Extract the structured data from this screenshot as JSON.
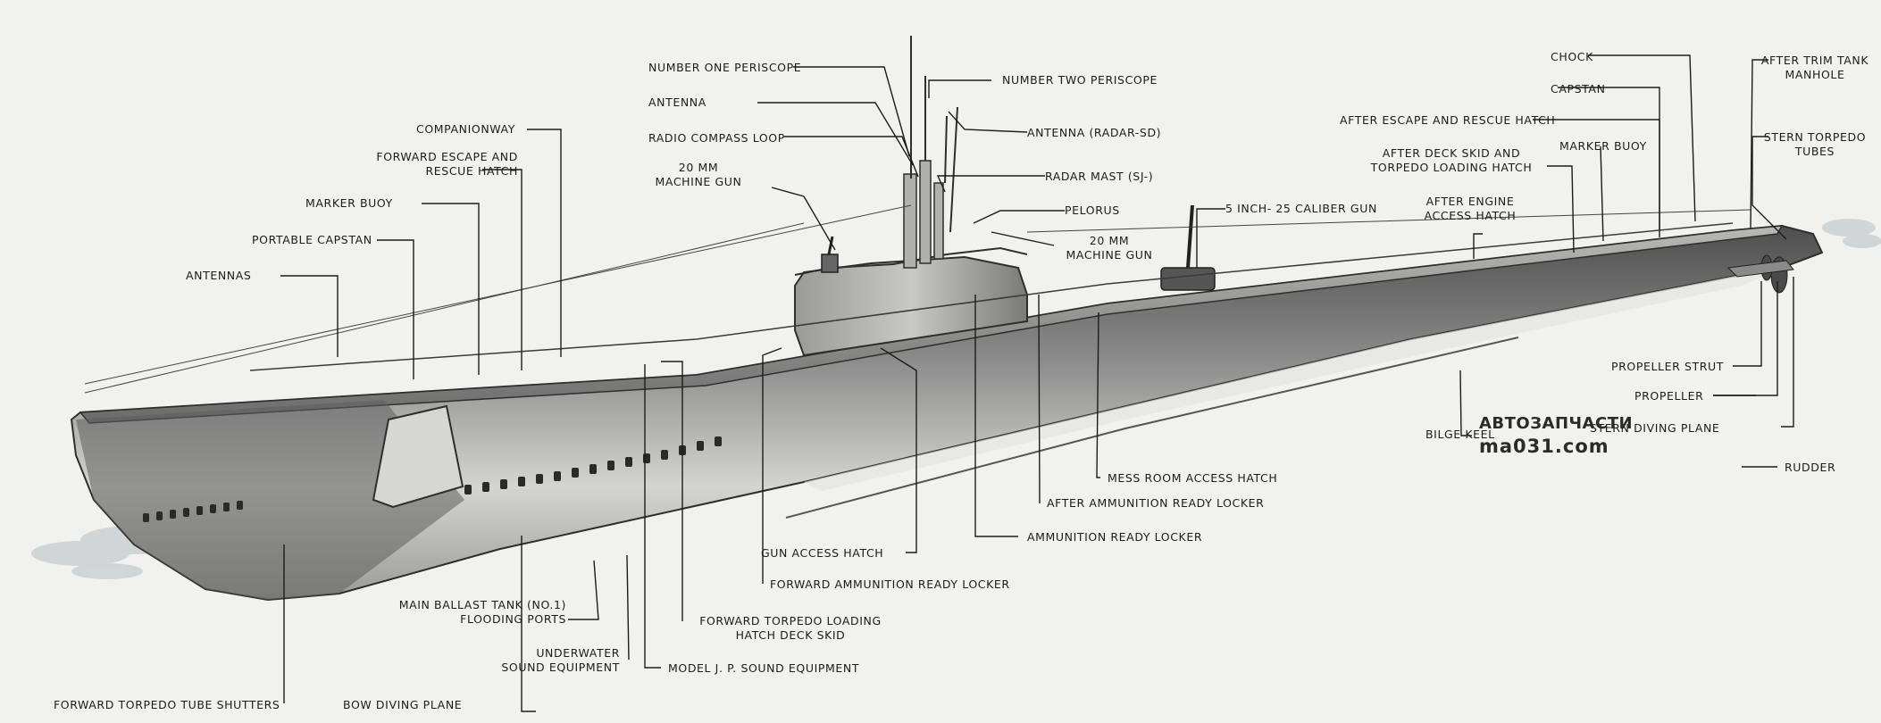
{
  "labels": {
    "number_one_periscope": "NUMBER ONE PERISCOPE",
    "number_two_periscope": "NUMBER TWO PERISCOPE",
    "antenna": "ANTENNA",
    "antenna_radar_sd": "ANTENNA (RADAR-SD)",
    "radio_compass_loop": "RADIO COMPASS LOOP",
    "radar_mast": "RADAR MAST (SJ-)",
    "mm20_gun_forward": "20 MM\nMACHINE GUN",
    "mm20_gun_after": "20 MM\nMACHINE GUN",
    "pelorus": "PELORUS",
    "companionway": "COMPANIONWAY",
    "forward_escape_hatch": "FORWARD ESCAPE AND\nRESCUE HATCH",
    "marker_buoy_forward": "MARKER BUOY",
    "portable_capstan": "PORTABLE CAPSTAN",
    "antennas": "ANTENNAS",
    "five_inch_gun": "5 INCH- 25 CALIBER GUN",
    "after_engine_hatch": "AFTER ENGINE\nACCESS HATCH",
    "after_deck_skid": "AFTER DECK SKID AND\nTORPEDO LOADING HATCH",
    "after_escape_hatch": "AFTER ESCAPE AND RESCUE HATCH",
    "capstan": "CAPSTAN",
    "chock": "CHOCK",
    "marker_buoy_after": "MARKER BUOY",
    "after_trim_tank": "AFTER TRIM TANK\nMANHOLE",
    "stern_torpedo_tubes": "STERN TORPEDO\nTUBES",
    "propeller_strut": "PROPELLER STRUT",
    "propeller": "PROPELLER",
    "stern_diving_plane": "STERN DIVING PLANE",
    "rudder": "RUDDER",
    "bilge_keel": "BILGE KEEL",
    "mess_room_hatch": "MESS ROOM ACCESS HATCH",
    "after_ammo_locker": "AFTER AMMUNITION READY LOCKER",
    "ammo_locker": "AMMUNITION READY LOCKER",
    "gun_access_hatch": "GUN ACCESS HATCH",
    "forward_ammo_locker": "FORWARD AMMUNITION READY LOCKER",
    "forward_torpedo_skid": "FORWARD TORPEDO LOADING\nHATCH DECK SKID",
    "model_jp_sound": "MODEL J. P. SOUND EQUIPMENT",
    "main_ballast_tank": "MAIN BALLAST TANK (NO.1)\nFLOODING PORTS",
    "underwater_sound": "UNDERWATER\nSOUND EQUIPMENT",
    "bow_diving_plane": "BOW DIVING PLANE",
    "forward_torpedo_shutters": "FORWARD TORPEDO TUBE SHUTTERS"
  },
  "watermark": {
    "line1": "АВТОЗАПЧАСТИ",
    "line2": "ma031.com"
  },
  "colors": {
    "background": "#f1f1ef",
    "hull_dark": "#5a5a5a",
    "hull_light": "#d8d8d6",
    "ink": "#1c1c1c"
  }
}
